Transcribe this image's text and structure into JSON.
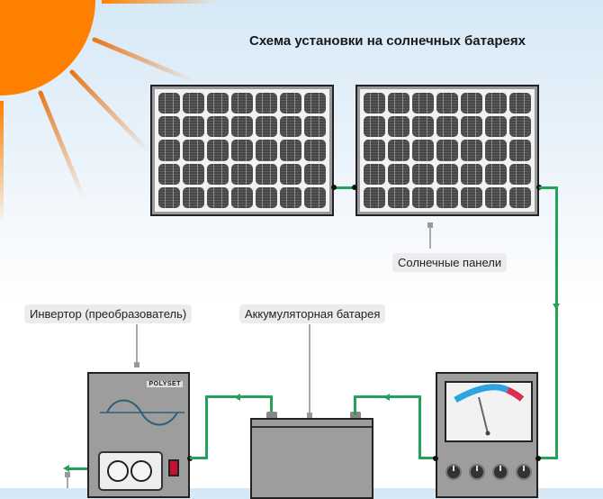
{
  "title": "Схема установки на солнечных батареях",
  "labels": {
    "solar_panels": "Солнечные панели",
    "inverter": "Инвертор (преобразователь)",
    "battery": "Аккумуляторная батарея"
  },
  "inverter": {
    "brand": "POLYSET"
  },
  "colors": {
    "sun": "#ff8000",
    "wire": "#22a25a",
    "gauge_blue": "#2ea3e0",
    "gauge_red": "#dc2e53",
    "device_gray": "#9d9d9d"
  },
  "icons": [
    "sun-icon",
    "solar-panel-icon",
    "sine-wave-icon",
    "socket-icon",
    "power-switch-icon",
    "gauge-icon",
    "knob-icon"
  ]
}
